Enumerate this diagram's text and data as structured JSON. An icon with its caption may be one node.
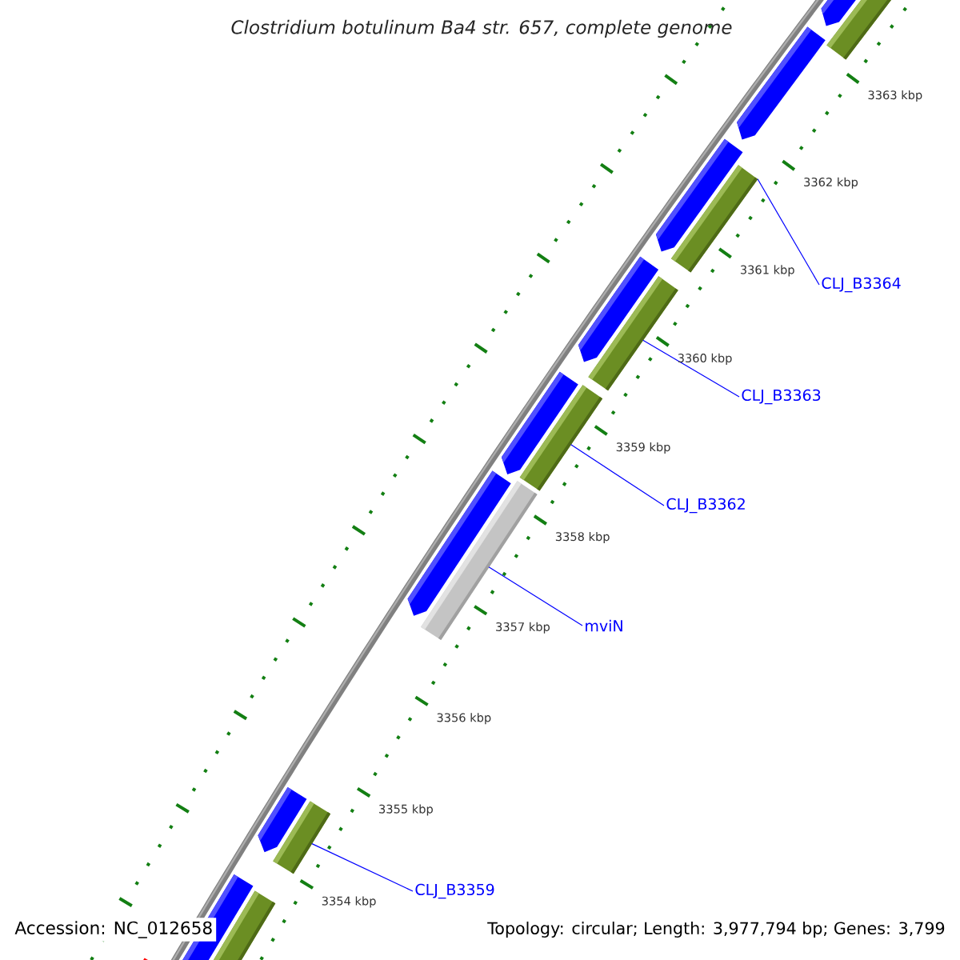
{
  "diagram": {
    "title": "Clostridium botulinum Ba4 str. 657, complete genome",
    "nodes": [
      {
        "text": [
          "CLJ_B3364"
        ]
      },
      {
        "text": [],
        "shape": "bar"
      },
      {
        "text": [
          "CLJ_B3363"
        ]
      },
      {
        "text": [],
        "shape": "bar"
      },
      {
        "text": [
          "CLJ_B3362"
        ]
      },
      {
        "text": [],
        "shape": "bar"
      },
      {
        "text": [
          "mviN"
        ]
      },
      {
        "text": [],
        "shape": "bar"
      },
      {
        "text": [
          "CLJ_B3359"
        ]
      },
      {
        "text": [],
        "shape": "bar"
      }
    ],
    "edges": [
      {
        "from": 0,
        "to": 1,
        "arrow": "none"
      },
      {
        "from": 2,
        "to": 3,
        "arrow": "none"
      },
      {
        "from": 4,
        "to": 5,
        "arrow": "none"
      },
      {
        "from": 6,
        "to": 7,
        "arrow": "none"
      },
      {
        "from": 8,
        "to": 9,
        "arrow": "none"
      }
    ],
    "labels": [
      "3363 kbp",
      "3362 kbp",
      "3361 kbp",
      "3360 kbp",
      "3359 kbp",
      "3358 kbp",
      "3357 kbp",
      "3356 kbp",
      "3355 kbp",
      "3354 kbp",
      "Accession: NC_012658",
      "Topology: circular; Length: 3,977,794 bp; Genes: 3,799"
    ]
  }
}
